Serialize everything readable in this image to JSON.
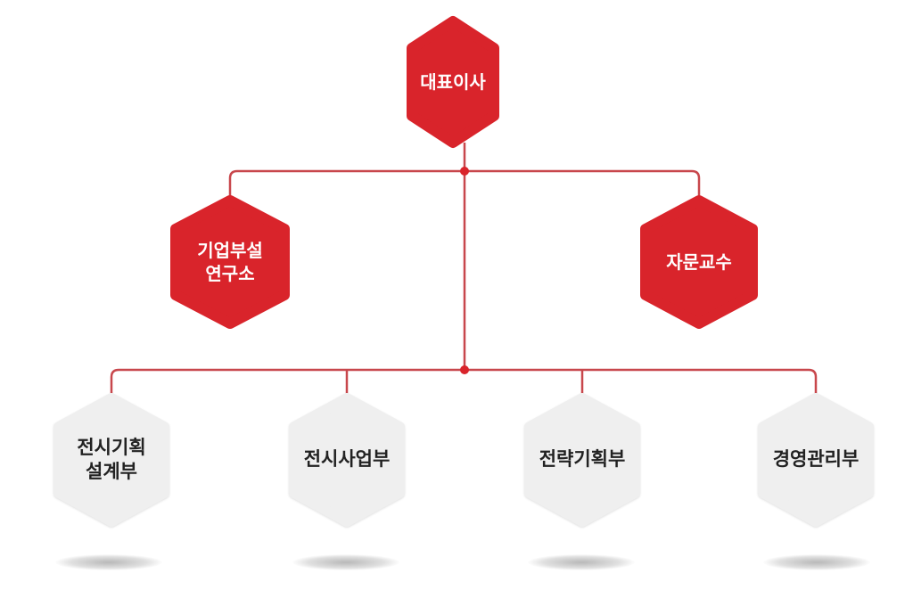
{
  "chart": {
    "ceo": {
      "label": "대표이사"
    },
    "advisory": [
      {
        "label": "기업부설\n연구소"
      },
      {
        "label": "자문교수"
      }
    ],
    "departments": [
      {
        "label": "전시기획\n설계부"
      },
      {
        "label": "전시사업부"
      },
      {
        "label": "전략기획부"
      },
      {
        "label": "경영관리부"
      }
    ]
  },
  "colors": {
    "accent": "#d9242b",
    "line": "#c8474c",
    "gray_node": "#efefef"
  }
}
